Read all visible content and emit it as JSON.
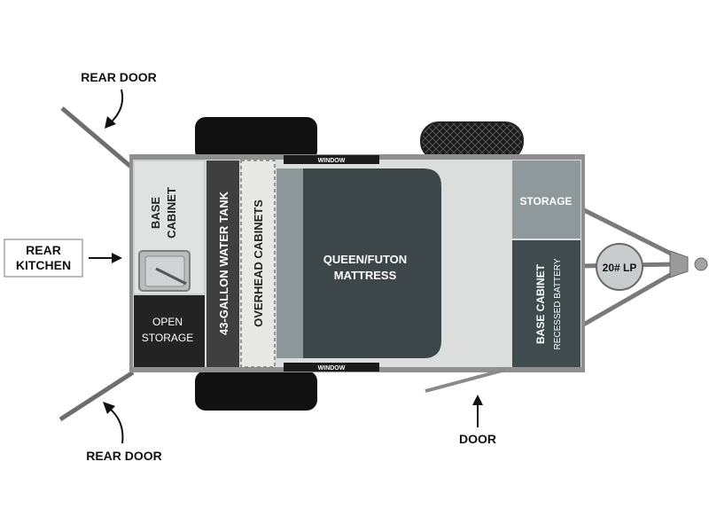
{
  "labels": {
    "rear_door_top": "REAR DOOR",
    "rear_door_bottom": "REAR DOOR",
    "rear_kitchen_line1": "REAR",
    "rear_kitchen_line2": "KITCHEN",
    "door": "DOOR",
    "base_cabinet_rear_line1": "BASE",
    "base_cabinet_rear_line2": "CABINET",
    "open_storage_line1": "OPEN",
    "open_storage_line2": "STORAGE",
    "water_tank": "43-GALLON WATER TANK",
    "overhead_cabinets": "OVERHEAD CABINETS",
    "window_top": "WINDOW",
    "window_bottom": "WINDOW",
    "mattress_line1": "QUEEN/FUTON",
    "mattress_line2": "MATTRESS",
    "storage_front": "STORAGE",
    "base_cabinet_front": "BASE CABINET",
    "recessed_battery": "RECESSED BATTERY",
    "lp_tank": "20# LP"
  },
  "colors": {
    "exterior_frame": "#8f8f8f",
    "floor": "#dcdedd",
    "dark_charcoal": "#2e2e2e",
    "mattress": "#3d4649",
    "dark_teal": "#3f4b4c",
    "gray_panel": "#8f999b",
    "tire": "#111111",
    "arrow": "#111111",
    "frame_bars": "#6b6b6b"
  }
}
